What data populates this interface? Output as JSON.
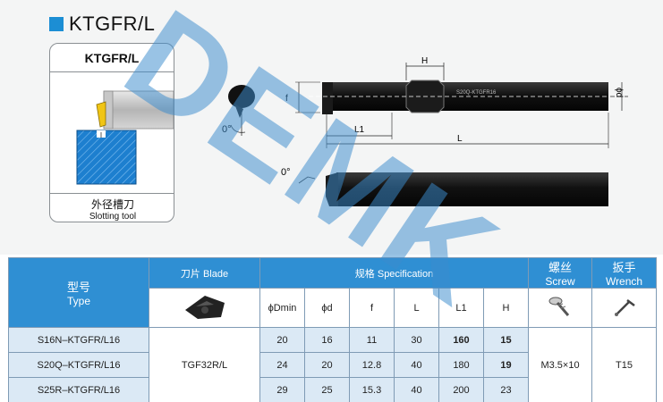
{
  "header": {
    "title": "KTGFR/L"
  },
  "card": {
    "title": "KTGFR/L",
    "caption_cn": "外径槽刀",
    "caption_en": "Slotting tool"
  },
  "drawing": {
    "dim_h": "H",
    "dim_f": "f",
    "dim_d": "ϕd",
    "dim_l1": "L1",
    "dim_l": "L",
    "angle_top": "0°",
    "angle_bottom": "0°",
    "bar_marking": "S20Q-KTGFR16"
  },
  "watermark": "DEMK",
  "table": {
    "type_cn": "型号",
    "type_en": "Type",
    "blade_header": "刀片 Blade",
    "spec_header": "规格 Specification",
    "screw_cn": "螺丝",
    "screw_en": "Screw",
    "wrench_cn": "扳手",
    "wrench_en": "Wrench",
    "columns": [
      "ϕDmin",
      "ϕd",
      "f",
      "L",
      "L1",
      "H"
    ],
    "blade": "TGF32R/L",
    "screw": "M3.5×10",
    "wrench": "T15",
    "rows": [
      {
        "type": "S16N–KTGFR/L16",
        "dmin": "20",
        "d": "16",
        "f": "11",
        "L": "30",
        "L1": "160",
        "H": "15"
      },
      {
        "type": "S20Q–KTGFR/L16",
        "dmin": "24",
        "d": "20",
        "f": "12.8",
        "L": "40",
        "L1": "180",
        "H": "19"
      },
      {
        "type": "S25R–KTGFR/L16",
        "dmin": "29",
        "d": "25",
        "f": "15.3",
        "L": "40",
        "L1": "200",
        "H": "23"
      }
    ]
  }
}
